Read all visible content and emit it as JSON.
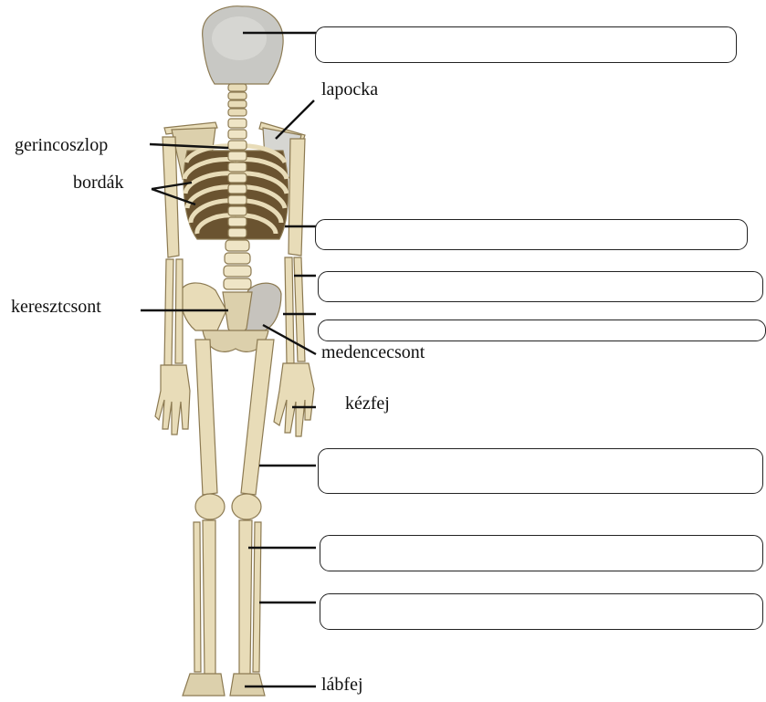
{
  "labels": {
    "skull": "",
    "scapula": "lapocka",
    "spine": "gerincoszlop",
    "ribs": "bordák",
    "humerus": "",
    "radius": "",
    "ulna": "",
    "sacrum": "keresztcsont",
    "pelvis": "medencecsont",
    "hand": "kézfej",
    "femur": "",
    "tibia": "",
    "fibula": "",
    "foot": "lábfej"
  },
  "colors": {
    "bone": "#e8dcb8",
    "bone_shade": "#c9b88c",
    "bone_outline": "#8c7a52",
    "skull": "#c8c8c4",
    "dark": "#3b2f1c",
    "line": "#111111"
  },
  "icons": {
    "figure": "skeleton-posterior-view"
  }
}
